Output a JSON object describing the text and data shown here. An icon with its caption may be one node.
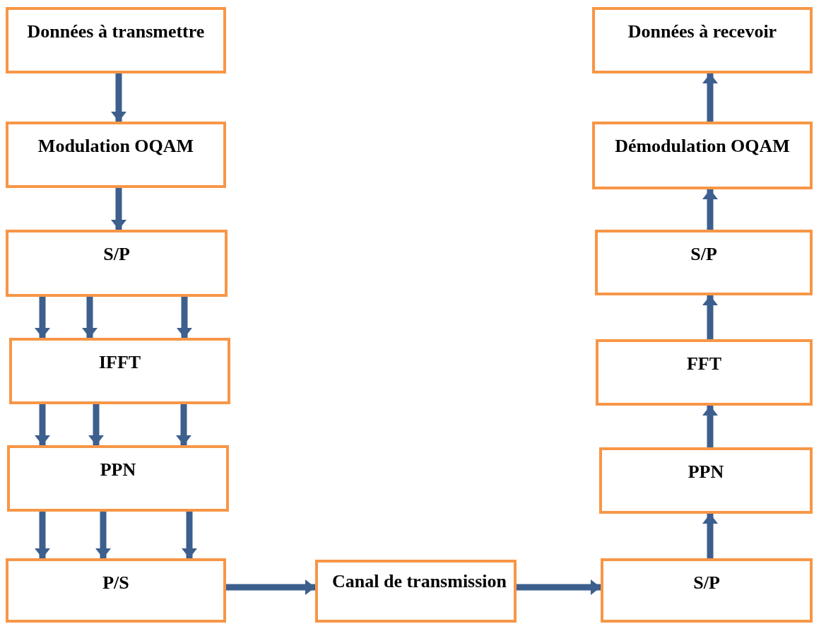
{
  "diagram": {
    "nodes": [
      {
        "text": [
          "Données à transmettre"
        ]
      },
      {
        "text": [
          "Modulation  OQAM"
        ]
      },
      {
        "text": [
          "S/P"
        ]
      },
      {
        "text": [
          "IFFT"
        ]
      },
      {
        "text": [
          "PPN"
        ]
      },
      {
        "text": [
          "P/S"
        ]
      },
      {
        "text": [
          "Canal de transmission"
        ]
      },
      {
        "text": [
          "Données à recevoir"
        ]
      },
      {
        "text": [
          "Démodulation OQAM"
        ]
      },
      {
        "text": [
          "S/P"
        ]
      },
      {
        "text": [
          "FFT"
        ]
      },
      {
        "text": [
          "PPN"
        ]
      },
      {
        "text": [
          "S/P"
        ]
      }
    ],
    "edges": [
      {
        "from": 0,
        "to": 1,
        "arrow": "to"
      },
      {
        "from": 1,
        "to": 2,
        "arrow": "to"
      },
      {
        "from": 2,
        "to": 3,
        "arrow": "to"
      },
      {
        "from": 2,
        "to": 3,
        "arrow": "to"
      },
      {
        "from": 2,
        "to": 3,
        "arrow": "to"
      },
      {
        "from": 3,
        "to": 4,
        "arrow": "to"
      },
      {
        "from": 3,
        "to": 4,
        "arrow": "to"
      },
      {
        "from": 3,
        "to": 4,
        "arrow": "to"
      },
      {
        "from": 4,
        "to": 5,
        "arrow": "to"
      },
      {
        "from": 4,
        "to": 5,
        "arrow": "to"
      },
      {
        "from": 4,
        "to": 5,
        "arrow": "to"
      },
      {
        "from": 5,
        "to": 6,
        "arrow": "to"
      },
      {
        "from": 6,
        "to": 12,
        "arrow": "to"
      },
      {
        "from": 12,
        "to": 11,
        "arrow": "to"
      },
      {
        "from": 11,
        "to": 10,
        "arrow": "to"
      },
      {
        "from": 10,
        "to": 9,
        "arrow": "to"
      },
      {
        "from": 9,
        "to": 8,
        "arrow": "to"
      },
      {
        "from": 8,
        "to": 7,
        "arrow": "to"
      }
    ]
  }
}
